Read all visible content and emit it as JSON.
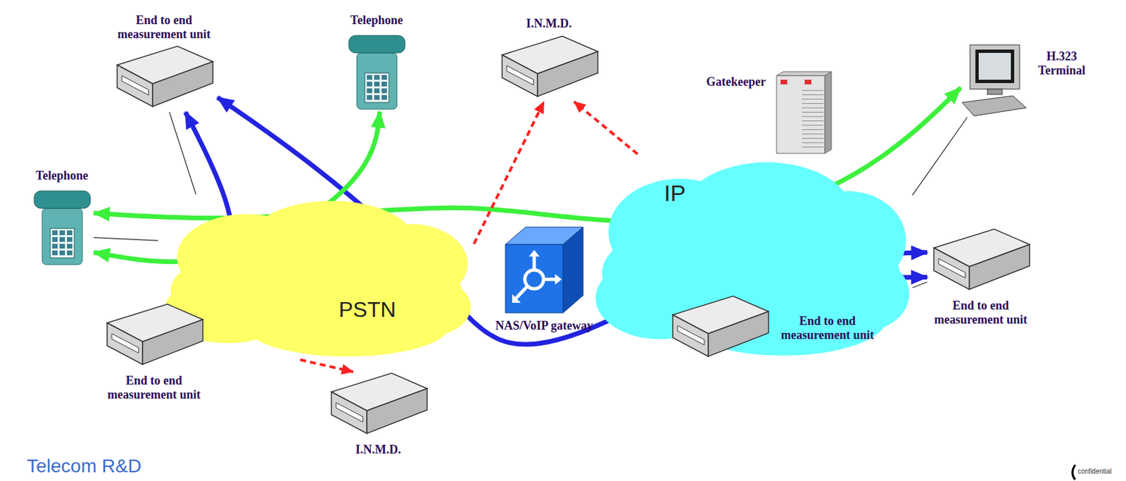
{
  "diagram": {
    "nodes": [
      {
        "text": [
          "End to end measurement unit"
        ]
      },
      {
        "text": [
          "Telephone"
        ]
      },
      {
        "text": [
          "I.N.M.D."
        ]
      },
      {
        "text": [
          "Gatekeeper"
        ]
      },
      {
        "text": [
          "H.323 Terminal"
        ]
      },
      {
        "text": [
          "Telephone"
        ]
      },
      {
        "text": [
          "PSTN"
        ]
      },
      {
        "text": [
          "NAS/VoIP gateway"
        ]
      },
      {
        "text": [
          "IP"
        ]
      },
      {
        "text": [
          "End to end measurement unit"
        ]
      },
      {
        "text": [
          "End to end measurement unit"
        ]
      },
      {
        "text": [
          "End to end measurement unit"
        ]
      },
      {
        "text": [
          "I.N.M.D."
        ]
      }
    ],
    "edges": [
      {
        "from": 0,
        "to": 10,
        "arrow": "both"
      },
      {
        "from": 0,
        "to": 9,
        "arrow": "both"
      },
      {
        "from": 11,
        "to": 9,
        "arrow": "both"
      },
      {
        "from": 5,
        "to": 4,
        "arrow": "both"
      },
      {
        "from": 5,
        "to": 1,
        "arrow": "both"
      },
      {
        "from": 6,
        "to": 2,
        "arrow": "to"
      },
      {
        "from": 8,
        "to": 2,
        "arrow": "to"
      },
      {
        "from": 6,
        "to": 12,
        "arrow": "to"
      },
      {
        "from": 0,
        "to": 6,
        "arrow": "none"
      },
      {
        "from": 5,
        "to": 6,
        "arrow": "none"
      },
      {
        "from": 4,
        "to": 8,
        "arrow": "none"
      },
      {
        "from": 9,
        "to": 8,
        "arrow": "none"
      }
    ],
    "labels": [
      "Telecom R&D",
      "confidential"
    ]
  }
}
